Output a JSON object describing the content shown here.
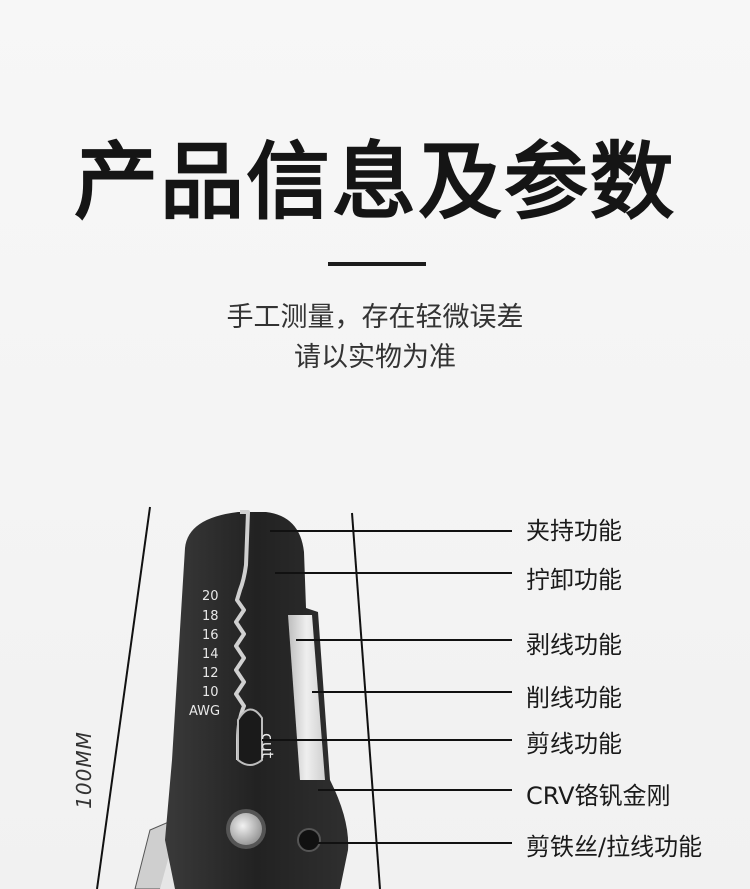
{
  "header": {
    "title": "产品信息及参数",
    "subtitle_line1": "手工测量，存在轻微误差",
    "subtitle_line2": "请以实物为准"
  },
  "dimension": {
    "label": "100MM"
  },
  "tool": {
    "gauge_labels": [
      "20",
      "18",
      "16",
      "14",
      "12",
      "10"
    ],
    "gauge_unit": "AWG",
    "cut_label": "cut"
  },
  "callouts": [
    "夹持功能",
    "拧卸功能",
    "剥线功能",
    "削线功能",
    "剪线功能",
    "CRV铬钒金刚",
    "剪铁丝/拉线功能"
  ],
  "colors": {
    "tool_body": "#262626",
    "blade": "#d9d9d9",
    "line": "#111111"
  }
}
